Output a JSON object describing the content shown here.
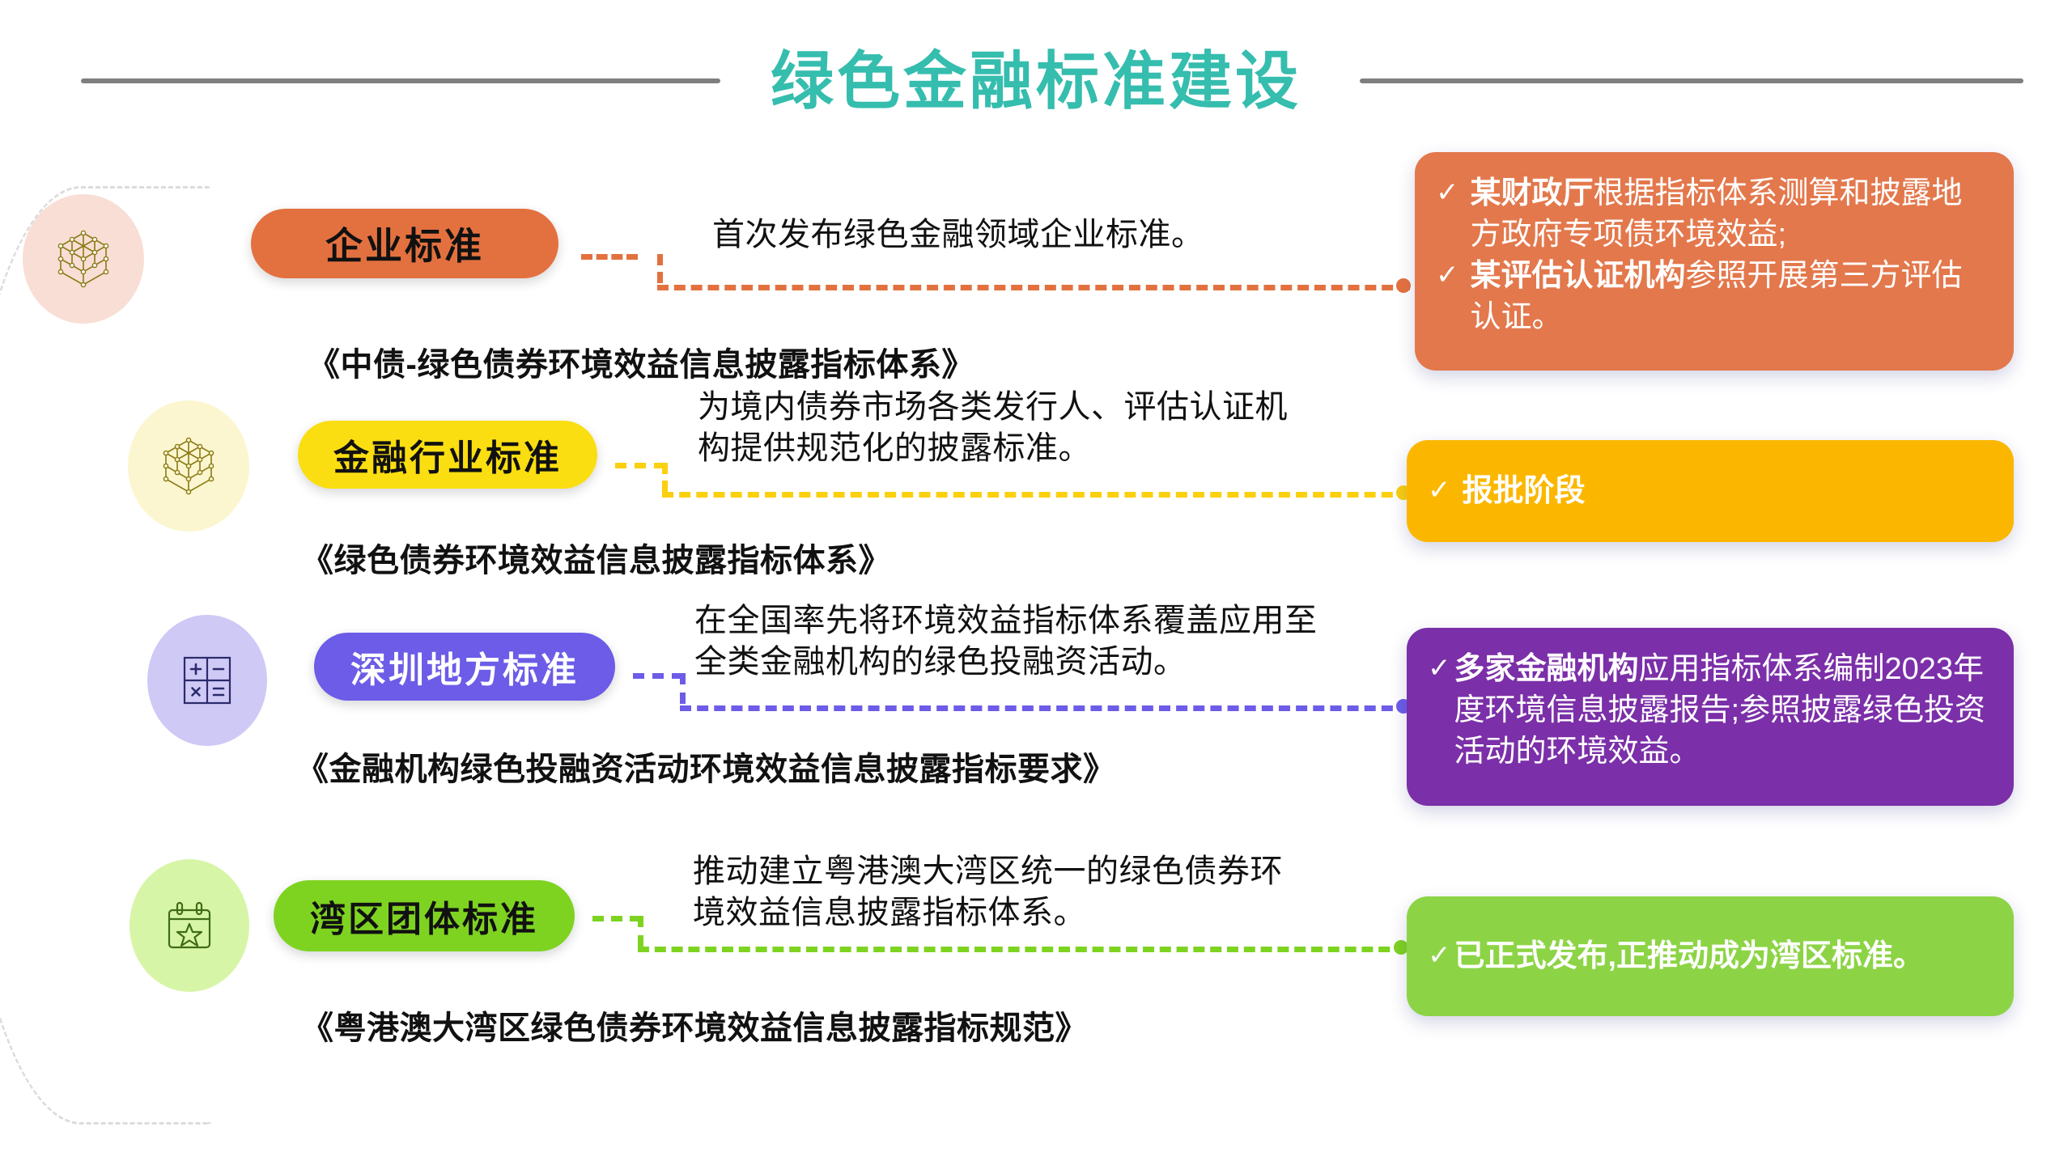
{
  "header": {
    "title": "绿色金融标准建设",
    "title_color": "#35BDAE",
    "rule_color": "#7F7F7F"
  },
  "rows": [
    {
      "id": "enterprise",
      "icon_name": "cube-lattice-icon",
      "pill_label": "企业标准",
      "pill_bg": "#E3713F",
      "pill_text_color": "#111111",
      "bubble_bg": "#F8DED4",
      "accent": "#E3713F",
      "description": "首次发布绿色金融领域企业标准。",
      "standard_title": "《中债-绿色债券环境效益信息披露指标体系》",
      "card_bg": "#E3784C",
      "card_items": [
        {
          "tick": "✓",
          "bold": "某财政厅",
          "rest": "根据指标体系测算和披露地方政府专项债环境效益;"
        },
        {
          "tick": "✓",
          "bold": "某评估认证机构",
          "rest": "参照开展第三方评估认证。"
        }
      ]
    },
    {
      "id": "financial-industry",
      "icon_name": "cube-lattice-icon",
      "pill_label": "金融行业标准",
      "pill_bg": "#FBDE11",
      "pill_text_color": "#111111",
      "bubble_bg": "#FBF6CF",
      "accent": "#FBD00E",
      "description": "为境内债券市场各类发行人、评估认证机构提供规范化的披露标准。",
      "standard_title": "《绿色债券环境效益信息披露指标体系》",
      "card_bg": "#FBB700",
      "card_items": [
        {
          "tick": "✓",
          "bold": "报批阶段",
          "rest": ""
        }
      ]
    },
    {
      "id": "shenzhen-local",
      "icon_name": "calculator-icon",
      "pill_label": "深圳地方标准",
      "pill_bg": "#6C5CE7",
      "pill_text_color": "#FFFFFF",
      "bubble_bg": "#CFC9F6",
      "accent": "#6C5CE7",
      "description": "在全国率先将环境效益指标体系覆盖应用至全类金融机构的绿色投融资活动。",
      "standard_title": "《金融机构绿色投融资活动环境效益信息披露指标要求》",
      "card_bg": "#7B2FA8",
      "card_items": [
        {
          "tick": "✓",
          "bold": "多家金融机构",
          "rest": "应用指标体系编制2023年度环境信息披露报告;参照披露绿色投资活动的环境效益。"
        }
      ]
    },
    {
      "id": "bay-area-group",
      "icon_name": "calendar-star-icon",
      "pill_label": "湾区团体标准",
      "pill_bg": "#7ED321",
      "pill_text_color": "#111111",
      "bubble_bg": "#D7F5A6",
      "accent": "#7ED321",
      "description": "推动建立粤港澳大湾区统一的绿色债券环境效益信息披露指标体系。",
      "standard_title": "《粤港澳大湾区绿色债券环境效益信息披露指标规范》",
      "card_bg": "#8CD445",
      "card_items": [
        {
          "tick": "✓",
          "bold": "已正式发布,正推动成为湾区标准。",
          "rest": ""
        }
      ]
    }
  ]
}
